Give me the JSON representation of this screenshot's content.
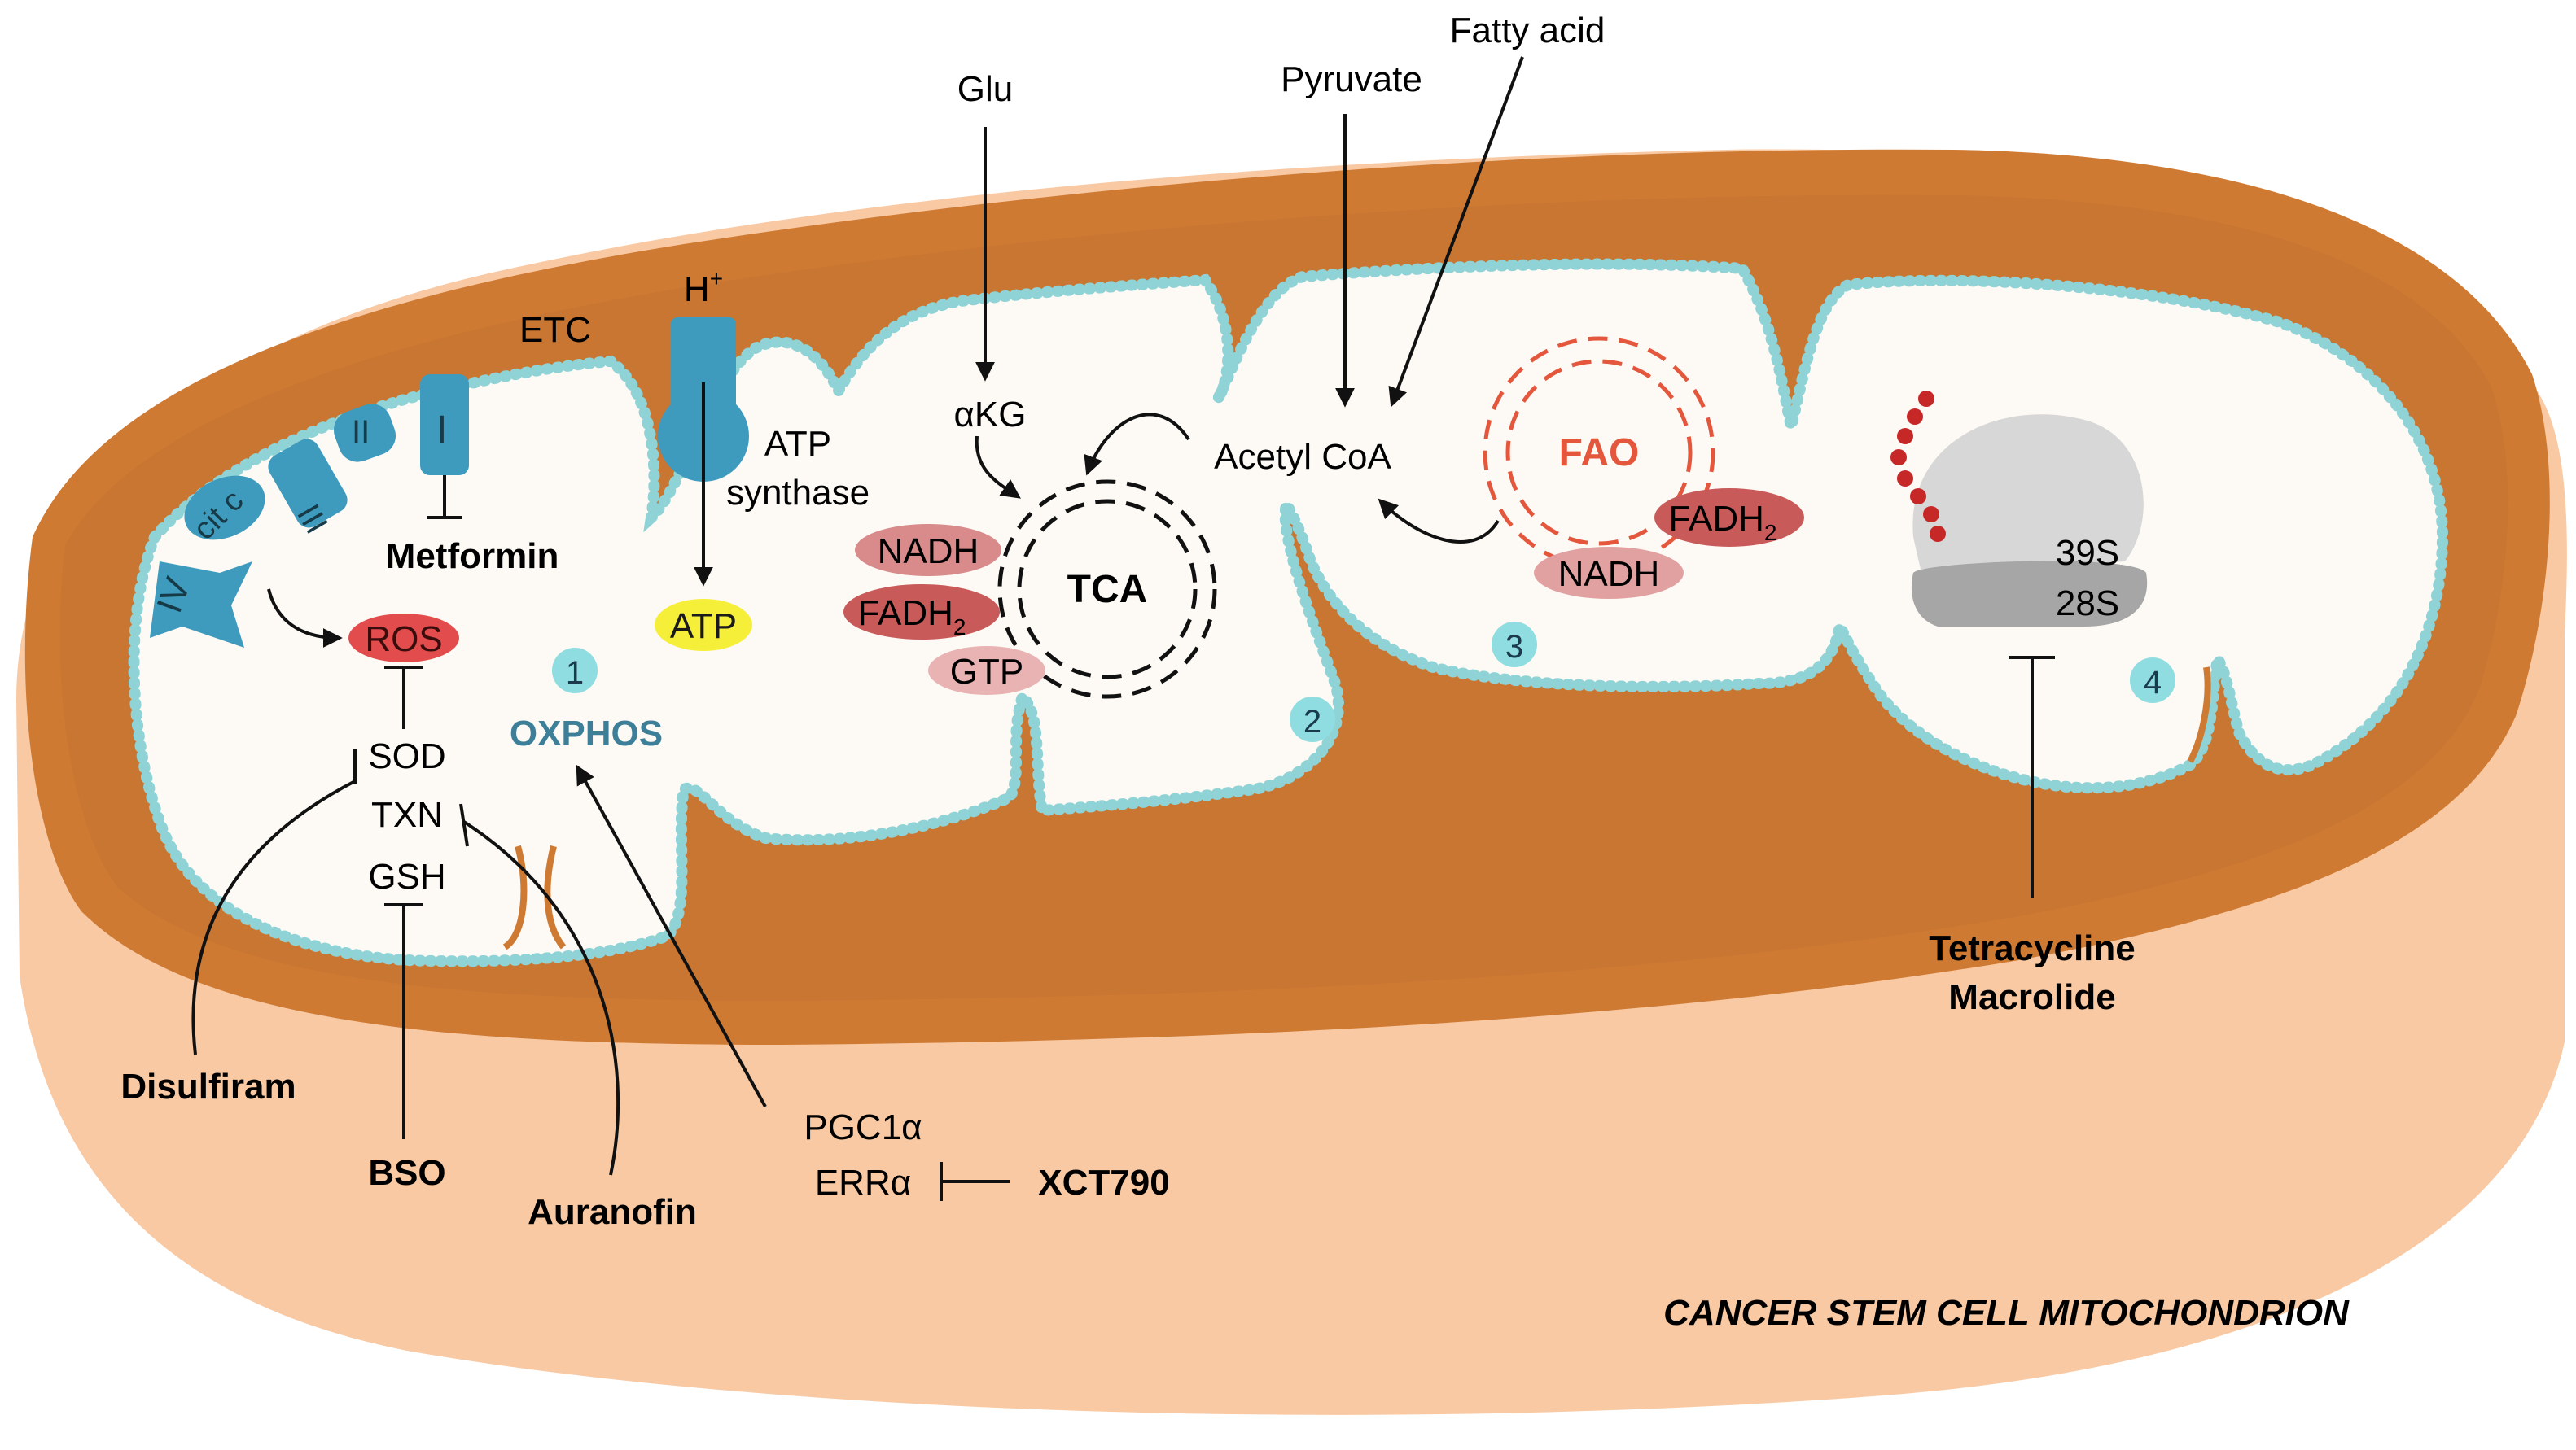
{
  "title": "CANCER STEM CELL MITOCHONDRION",
  "colors": {
    "outer_body": "#f8c9a3",
    "outer_membrane": "#cf7a33",
    "matrix": "#fdf9f4",
    "lipid_head": "#8fd3d6",
    "complex": "#3e9bbd",
    "ros": "#e24c4c",
    "atp": "#f6ef3a",
    "fao": "#e4573d",
    "number_badge": "#8fdde0"
  },
  "inputs": {
    "glu": "Glu",
    "pyruvate": "Pyruvate",
    "fatty_acid": "Fatty acid"
  },
  "etc": {
    "label": "ETC",
    "complex_i": "I",
    "complex_ii": "II",
    "complex_iii": "III",
    "complex_iv": "IV",
    "cyt_c": "cit c",
    "proton": "H",
    "proton_sup": "+"
  },
  "atp_synthase": {
    "line1": "ATP",
    "line2": "synthase"
  },
  "molecules": {
    "atp": "ATP",
    "ros": "ROS",
    "sod": "SOD",
    "txn": "TXN",
    "gsh": "GSH",
    "akg": "αKG",
    "acetyl_coa": "Acetyl CoA",
    "nadh_tca": "NADH",
    "fadh2_tca": "FADH",
    "fadh2_tca_sub": "2",
    "gtp": "GTP",
    "fadh2_fao": "FADH",
    "fadh2_fao_sub": "2",
    "nadh_fao": "NADH",
    "pgc1a": "PGC1α",
    "erra": "ERRα"
  },
  "cycles": {
    "tca": "TCA",
    "fao": "FAO"
  },
  "ribosome": {
    "large": "39S",
    "small": "28S"
  },
  "processes": {
    "oxphos": "OXPHOS"
  },
  "numbers": [
    "1",
    "2",
    "3",
    "4"
  ],
  "drugs": {
    "metformin": "Metformin",
    "disulfiram": "Disulfiram",
    "bso": "BSO",
    "auranofin": "Auranofin",
    "xct790": "XCT790",
    "tetracycline": "Tetracycline",
    "macrolide": "Macrolide"
  }
}
